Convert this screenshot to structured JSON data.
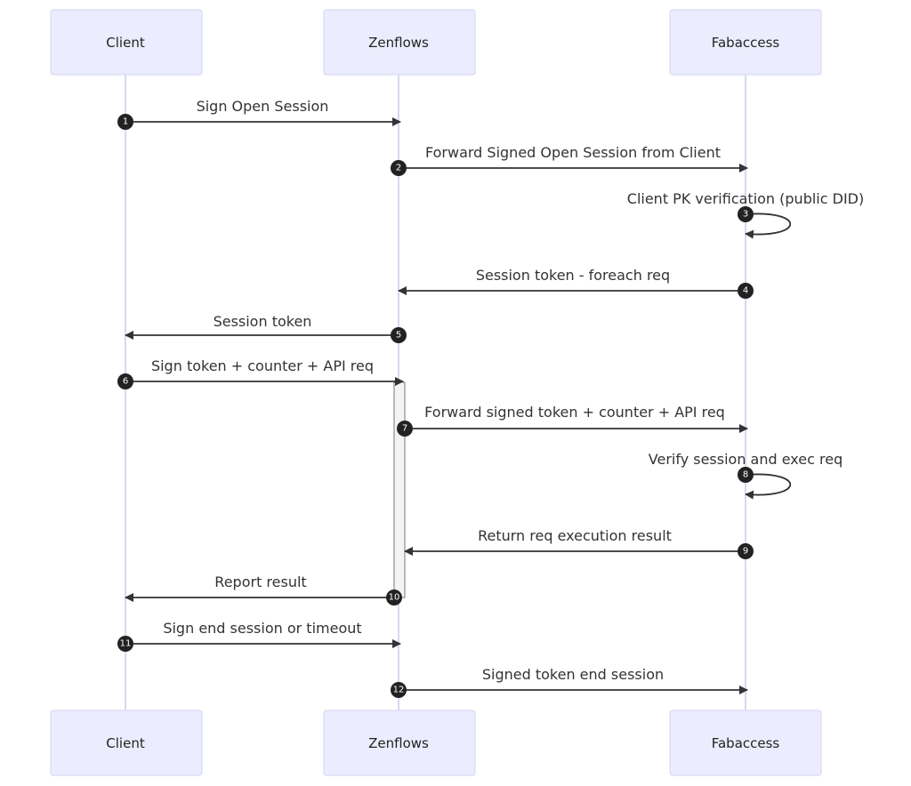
{
  "participants": [
    {
      "id": "client",
      "label": "Client"
    },
    {
      "id": "zenflows",
      "label": "Zenflows"
    },
    {
      "id": "fabaccess",
      "label": "Fabaccess"
    }
  ],
  "messages": [
    {
      "seq": "1",
      "from": "client",
      "to": "zenflows",
      "label": "Sign Open Session"
    },
    {
      "seq": "2",
      "from": "zenflows",
      "to": "fabaccess",
      "label": "Forward Signed Open Session from Client"
    },
    {
      "seq": "3",
      "from": "fabaccess",
      "to": "fabaccess",
      "label": "Client PK verification (public DID)"
    },
    {
      "seq": "4",
      "from": "fabaccess",
      "to": "zenflows",
      "label": "Session token - foreach req"
    },
    {
      "seq": "5",
      "from": "zenflows",
      "to": "client",
      "label": "Session token"
    },
    {
      "seq": "6",
      "from": "client",
      "to": "zenflows",
      "label": "Sign token + counter + API req"
    },
    {
      "seq": "7",
      "from": "zenflows",
      "to": "fabaccess",
      "label": "Forward signed token + counter + API req"
    },
    {
      "seq": "8",
      "from": "fabaccess",
      "to": "fabaccess",
      "label": "Verify session and exec req"
    },
    {
      "seq": "9",
      "from": "fabaccess",
      "to": "zenflows",
      "label": "Return req execution result"
    },
    {
      "seq": "10",
      "from": "zenflows",
      "to": "client",
      "label": "Report result"
    },
    {
      "seq": "11",
      "from": "client",
      "to": "zenflows",
      "label": "Sign end session or timeout"
    },
    {
      "seq": "12",
      "from": "zenflows",
      "to": "fabaccess",
      "label": "Signed token end session"
    }
  ],
  "activations": [
    {
      "participant": "zenflows",
      "from_seq": "6",
      "to_seq": "10"
    }
  ]
}
